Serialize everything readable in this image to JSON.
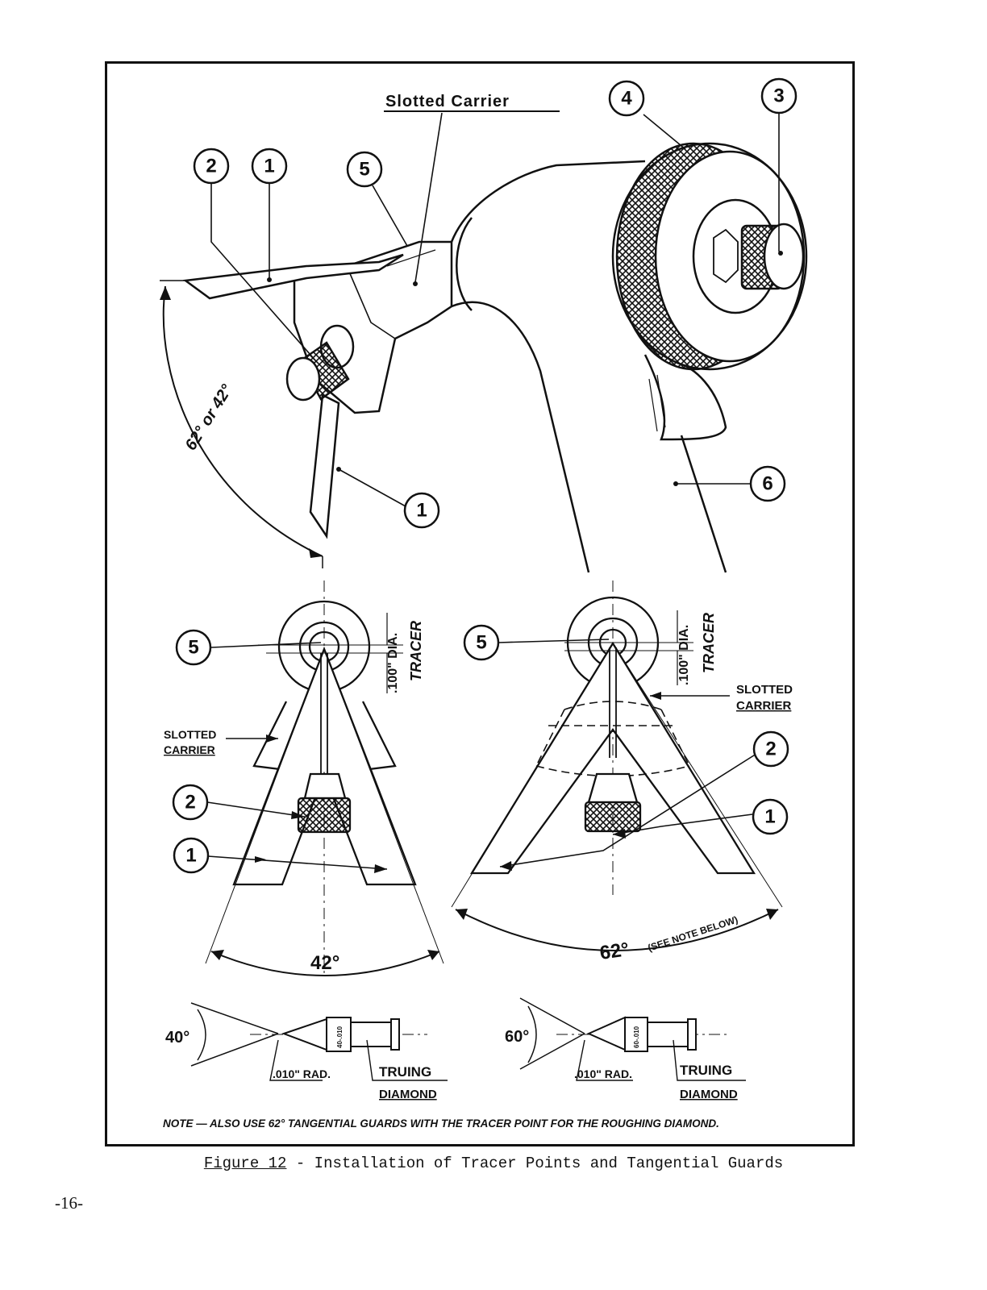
{
  "labels": {
    "slotted_carrier_top": "Slotted Carrier",
    "slotted_left": "SLOTTED",
    "carrier_left": "CARRIER",
    "slotted_right": "SLOTTED",
    "carrier_right": "CARRIER",
    "angle_top": "62° or 42°",
    "dia_left": ".100\" DIA.",
    "tracer_left": "TRACER",
    "dia_right": ".100\" DIA.",
    "tracer_right": "TRACER",
    "angle_42": "42°",
    "angle_62": "62°",
    "see_note": "(SEE NOTE BELOW)",
    "angle_40": "40°",
    "angle_60": "60°",
    "rad_left": ".010\" RAD.",
    "rad_right": ".010\" RAD.",
    "truing_left": "TRUING",
    "diamond_left": "DIAMOND",
    "truing_right": "TRUING",
    "diamond_right": "DIAMOND",
    "tip_left": "40-.010",
    "tip_right": "60-.010",
    "note": "NOTE — ALSO USE 62° TANGENTIAL GUARDS WITH THE TRACER POINT FOR THE ROUGHING DIAMOND."
  },
  "callouts": {
    "c1": "1",
    "c2": "2",
    "c3": "3",
    "c4": "4",
    "c5": "5",
    "c6": "6"
  },
  "caption": {
    "figure": "Figure 12",
    "dash": "-",
    "text": "Installation of Tracer Points and Tangential Guards"
  },
  "page_number": "-16-"
}
